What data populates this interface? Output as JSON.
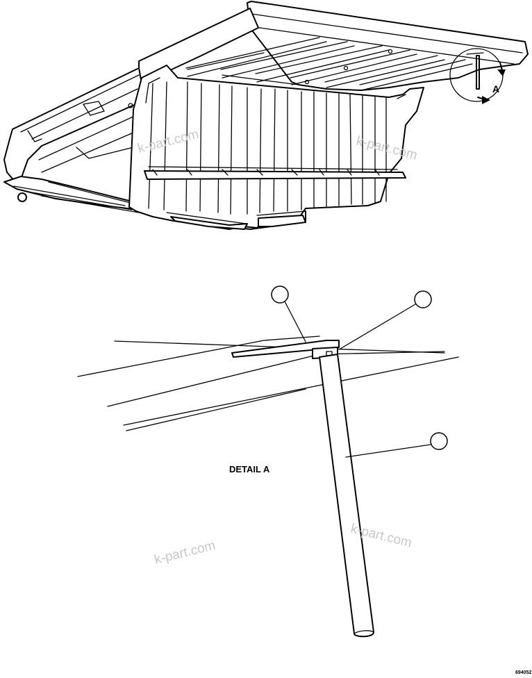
{
  "diagram": {
    "callout_letter": "A",
    "detail_title": "DETAIL A",
    "figure_number": "694052",
    "watermarks": [
      "k-part.com",
      "k-part.com",
      "k-part.com",
      "k-part.com"
    ],
    "item_balloons": [
      "",
      "",
      ""
    ]
  }
}
